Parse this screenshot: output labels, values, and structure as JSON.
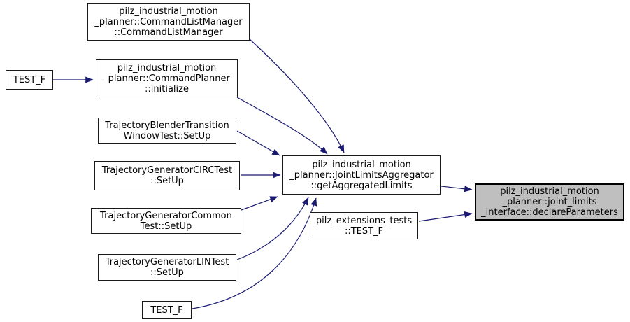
{
  "diagram": {
    "type": "call-graph",
    "colors": {
      "edge": "#191970",
      "node_fill": "#ffffff",
      "node_border": "#000000",
      "highlight_fill": "#bfbfbf",
      "background": "#ffffff"
    },
    "nodes": [
      {
        "id": "n0",
        "label": "pilz_industrial_motion\n_planner::CommandListManager\n::CommandListManager",
        "highlighted": false
      },
      {
        "id": "n1",
        "label": "TEST_F",
        "highlighted": false
      },
      {
        "id": "n2",
        "label": "pilz_industrial_motion\n_planner::CommandPlanner\n::initialize",
        "highlighted": false
      },
      {
        "id": "n3",
        "label": "TrajectoryBlenderTransition\nWindowTest::SetUp",
        "highlighted": false
      },
      {
        "id": "n4",
        "label": "TrajectoryGeneratorCIRCTest\n::SetUp",
        "highlighted": false
      },
      {
        "id": "n5",
        "label": "TrajectoryGeneratorCommon\nTest::SetUp",
        "highlighted": false
      },
      {
        "id": "n6",
        "label": "TrajectoryGeneratorLINTest\n::SetUp",
        "highlighted": false
      },
      {
        "id": "n7",
        "label": "TEST_F",
        "highlighted": false
      },
      {
        "id": "n8",
        "label": "pilz_industrial_motion\n_planner::JointLimitsAggregator\n::getAggregatedLimits",
        "highlighted": false
      },
      {
        "id": "n9",
        "label": "pilz_extensions_tests\n::TEST_F",
        "highlighted": false
      },
      {
        "id": "n10",
        "label": "pilz_industrial_motion\n_planner::joint_limits\n_interface::declareParameters",
        "highlighted": true
      }
    ],
    "edges": [
      {
        "from": "n1",
        "to": "n2"
      },
      {
        "from": "n0",
        "to": "n8"
      },
      {
        "from": "n2",
        "to": "n8"
      },
      {
        "from": "n3",
        "to": "n8"
      },
      {
        "from": "n4",
        "to": "n8"
      },
      {
        "from": "n5",
        "to": "n8"
      },
      {
        "from": "n6",
        "to": "n8"
      },
      {
        "from": "n7",
        "to": "n8"
      },
      {
        "from": "n8",
        "to": "n10"
      },
      {
        "from": "n9",
        "to": "n10"
      }
    ]
  }
}
